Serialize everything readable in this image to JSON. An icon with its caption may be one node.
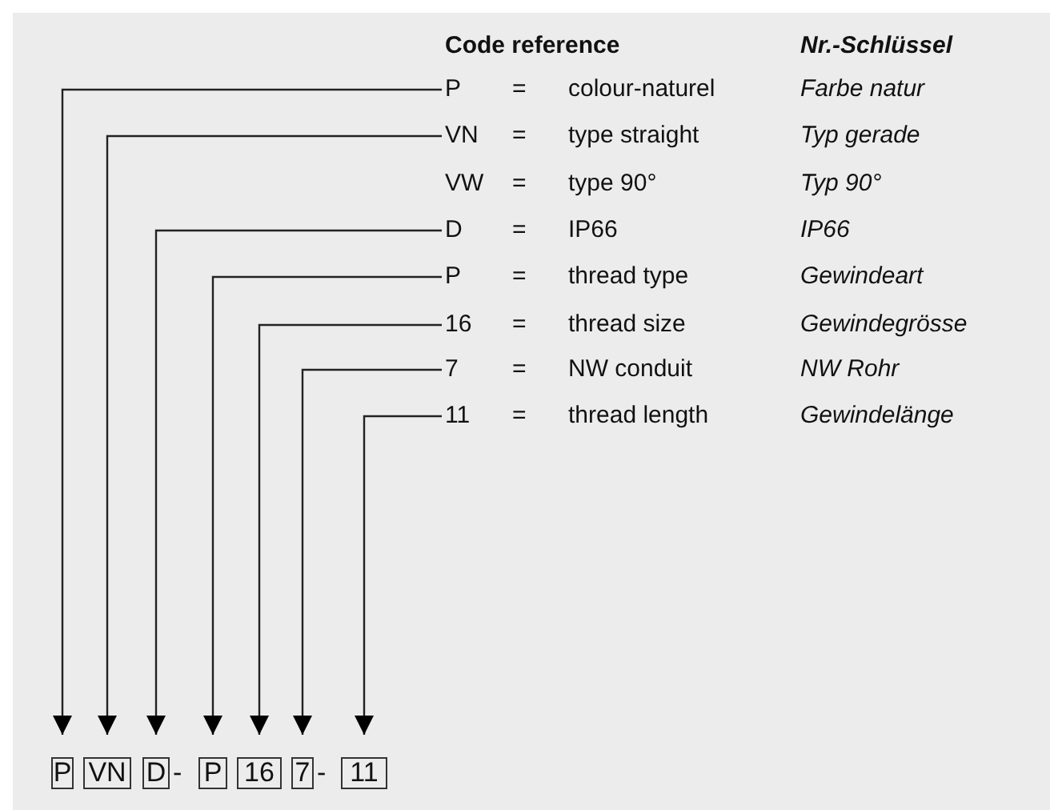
{
  "diagram": {
    "nodes": [
      {
        "text": [
          "P",
          "=",
          "colour-naturel",
          "Farbe natur"
        ]
      },
      {
        "text": [
          "VN",
          "=",
          "type straight",
          "Typ gerade"
        ]
      },
      {
        "text": [
          "VW",
          "=",
          "type 90°",
          "Typ 90°"
        ]
      },
      {
        "text": [
          "D",
          "=",
          "IP66",
          "IP66"
        ]
      },
      {
        "text": [
          "P",
          "=",
          "thread type",
          "Gewindeart"
        ]
      },
      {
        "text": [
          "16",
          "=",
          "thread size",
          "Gewindegrösse"
        ]
      },
      {
        "text": [
          "7",
          "=",
          "NW conduit",
          "NW Rohr"
        ]
      },
      {
        "text": [
          "11",
          "=",
          "thread length",
          "Gewindelänge"
        ]
      },
      {
        "text": [
          "P"
        ]
      },
      {
        "text": [
          "VN"
        ]
      },
      {
        "text": [
          "D"
        ]
      },
      {
        "text": [
          "P"
        ]
      },
      {
        "text": [
          "16"
        ]
      },
      {
        "text": [
          "7"
        ]
      },
      {
        "text": [
          "11"
        ]
      }
    ],
    "edges": [
      {
        "from": 0,
        "to": 8,
        "arrow": "to"
      },
      {
        "from": 1,
        "to": 9,
        "arrow": "to"
      },
      {
        "from": 3,
        "to": 10,
        "arrow": "to"
      },
      {
        "from": 4,
        "to": 11,
        "arrow": "to"
      },
      {
        "from": 5,
        "to": 12,
        "arrow": "to"
      },
      {
        "from": 6,
        "to": 13,
        "arrow": "to"
      },
      {
        "from": 7,
        "to": 14,
        "arrow": "to"
      }
    ],
    "labels": [
      "Code reference",
      "Nr.-Schlüssel",
      "-",
      "-"
    ]
  }
}
